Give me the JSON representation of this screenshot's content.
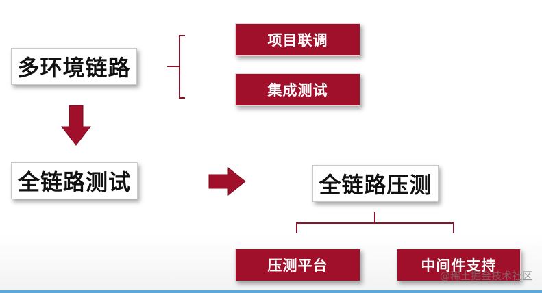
{
  "nodes": {
    "multi_env": "多环境链路",
    "project_joint": "项目联调",
    "integration_test": "集成测试",
    "full_link_test": "全链路测试",
    "full_link_stress": "全链路压测",
    "stress_platform": "压测平台",
    "middleware_support": "中间件支持"
  },
  "watermark": "@稀土掘金技术社区",
  "colors": {
    "accent": "#a0102a",
    "brace": "#8c1228",
    "box_text_dark": "#111111",
    "box_text_light": "#ffffff"
  }
}
